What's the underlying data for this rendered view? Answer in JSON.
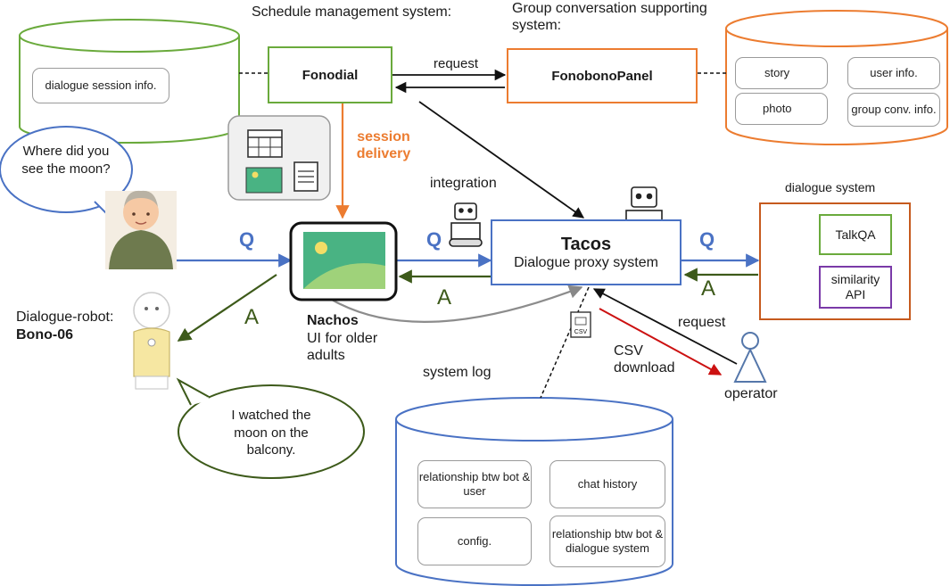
{
  "colors": {
    "green": "#6aaa3c",
    "orange": "#ec7c30",
    "blue": "#4a72c4",
    "dark_green": "#3d5a1a",
    "red": "#cc1111",
    "purple": "#7a3aa8",
    "gray": "#9a9a9a"
  },
  "schedule": {
    "caption": "Schedule management system:",
    "name": "Fonodial",
    "db_items": [
      "dialogue session info."
    ]
  },
  "group": {
    "caption": "Group conversation supporting system:",
    "name": "FonobonoPanel",
    "db_items": [
      "story",
      "user info.",
      "photo",
      "group conv. info."
    ]
  },
  "edges": {
    "request_top": "request",
    "session_delivery": "session delivery",
    "integration": "integration",
    "q_left": "Q",
    "q_mid": "Q",
    "q_right": "Q",
    "a_left": "A",
    "a_mid": "A",
    "a_right": "A",
    "request_op": "request",
    "csv_download": "CSV download",
    "csv_icon": "CSV"
  },
  "user": {
    "question": "Where did you see the moon?",
    "answer": "I watched the moon on the balcony."
  },
  "robot": {
    "caption": "Dialogue-robot:",
    "name": "Bono-06"
  },
  "nachos": {
    "name": "Nachos",
    "desc": "UI for older adults"
  },
  "tacos": {
    "name": "Tacos",
    "desc": "Dialogue proxy system"
  },
  "dialogue_system": {
    "caption": "dialogue system",
    "talkqa": "TalkQA",
    "similarity": "similarity API"
  },
  "operator": {
    "label": "operator"
  },
  "system_log": {
    "caption": "system log",
    "items": [
      "relationship btw bot & user",
      "chat history",
      "config.",
      "relationship btw bot & dialogue system"
    ]
  }
}
